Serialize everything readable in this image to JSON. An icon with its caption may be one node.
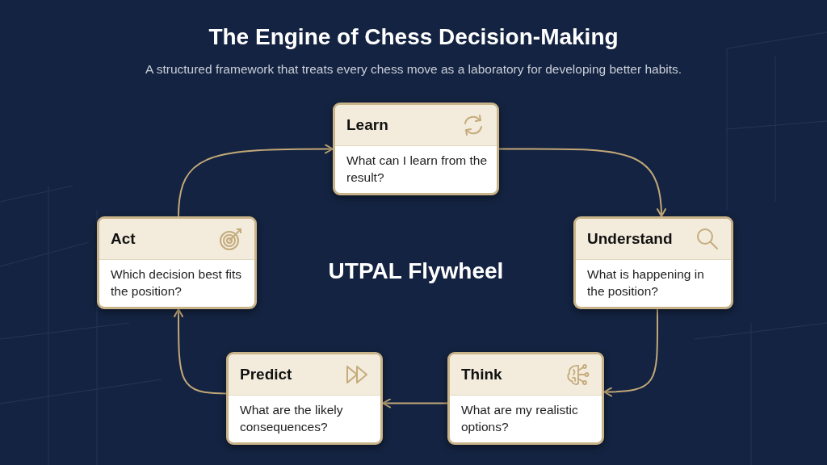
{
  "diagram": {
    "title": "The Engine of Chess Decision-Making",
    "caption": "A structured framework that treats every chess move as a laboratory for developing better habits.",
    "nodes": [
      {
        "text": [
          "Learn",
          "What can I learn from the result?"
        ]
      },
      {
        "text": [
          "Act",
          "Which decision best fits the position?"
        ]
      },
      {
        "text": [
          "Understand",
          "What is happening in the position?"
        ]
      },
      {
        "text": [
          "Predict",
          "What are the likely consequences?"
        ]
      },
      {
        "text": [
          "Think",
          "What are my realistic options?"
        ]
      }
    ],
    "edges": [
      {
        "from": 0,
        "to": 2,
        "arrow": "to"
      },
      {
        "from": 2,
        "to": 4,
        "arrow": "to"
      },
      {
        "from": 4,
        "to": 3,
        "arrow": "to"
      },
      {
        "from": 3,
        "to": 1,
        "arrow": "to"
      },
      {
        "from": 1,
        "to": 0,
        "arrow": "to"
      }
    ],
    "labels": [
      "UTPAL Flywheel"
    ]
  }
}
